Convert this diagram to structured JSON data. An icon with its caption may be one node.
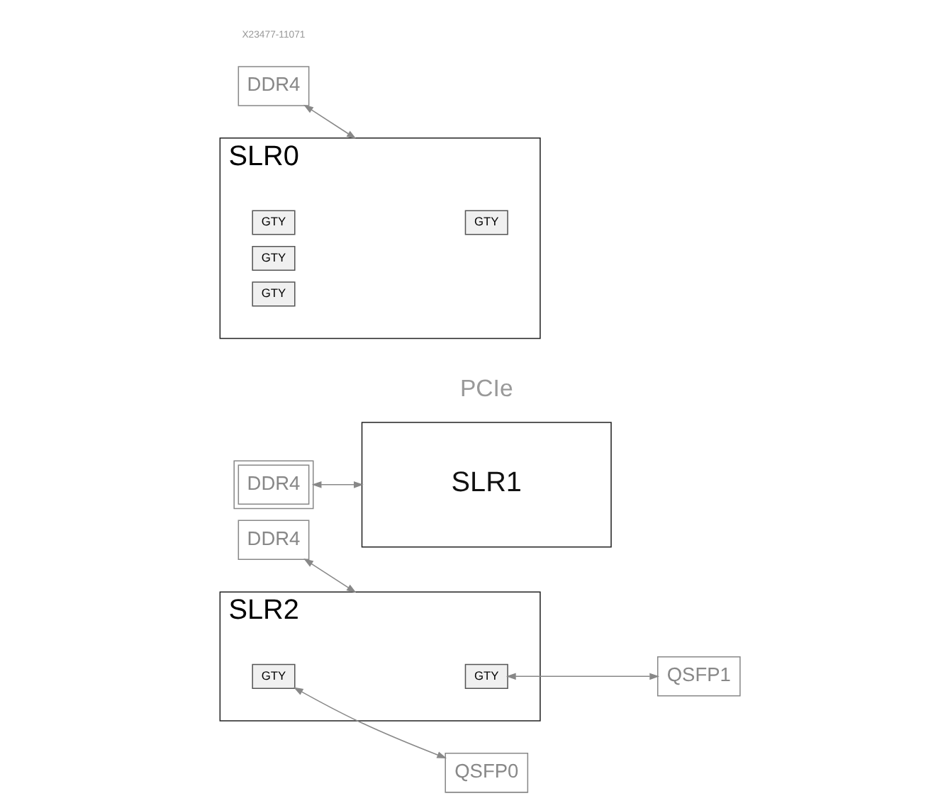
{
  "diagram": {
    "nodes": [
      {
        "text": [
          "DDR4"
        ]
      },
      {
        "text": [
          "SLR2"
        ]
      },
      {
        "text": [
          "GTY"
        ],
        "in": 1
      },
      {
        "text": [
          "GTY"
        ],
        "in": 1
      },
      {
        "text": [
          "QSFP1"
        ]
      },
      {
        "text": [
          "QSFP0"
        ]
      },
      {
        "text": [
          "DDR4"
        ]
      },
      {
        "text": [
          "SLR1"
        ]
      },
      {
        "text": [
          "DDR4"
        ]
      },
      {
        "text": [
          "SLR0"
        ]
      },
      {
        "text": [
          "GTY"
        ],
        "in": 9
      },
      {
        "text": [
          "GTY"
        ],
        "in": 9
      },
      {
        "text": [
          "GTY"
        ],
        "in": 9
      },
      {
        "text": [
          "GTY"
        ],
        "in": 9
      }
    ],
    "edges": [
      {
        "from": 0,
        "to": 1,
        "arrow": "both"
      },
      {
        "from": 2,
        "to": 4,
        "arrow": "both"
      },
      {
        "from": 3,
        "to": 5,
        "arrow": "both"
      },
      {
        "from": 6,
        "to": 7,
        "arrow": "both"
      },
      {
        "from": 8,
        "to": 9,
        "arrow": "both"
      }
    ],
    "labels": [
      "PCIe",
      "X23477-11071"
    ]
  }
}
